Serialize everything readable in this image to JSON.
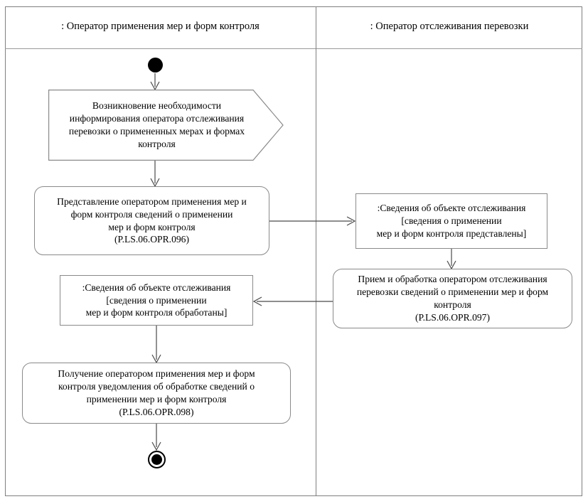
{
  "diagram": {
    "kind": "uml-activity-diagram",
    "lanes": [
      {
        "id": "lane-left",
        "title": ": Оператор применения мер и форм контроля"
      },
      {
        "id": "lane-right",
        "title": ": Оператор отслеживания перевозки"
      }
    ],
    "nodes": {
      "start": {
        "type": "initial-node",
        "label": ""
      },
      "signal_need": {
        "type": "accept-signal",
        "lines": [
          "Возникновение необходимости",
          "информирования оператора отслеживания",
          "перевозки о примененных мерах и формах",
          "контроля"
        ]
      },
      "activity_096": {
        "type": "activity",
        "lines": [
          "Представление оператором применения мер и",
          "форм контроля сведений о применении",
          "мер и форм контроля",
          "(P.LS.06.OPR.096)"
        ],
        "code": "P.LS.06.OPR.096"
      },
      "object_submitted": {
        "type": "object-node",
        "lines": [
          ":Сведения об объекте отслеживания",
          "[сведения о применении",
          "мер и форм контроля представлены]"
        ],
        "state": "сведения о применении мер и форм контроля представлены"
      },
      "activity_097": {
        "type": "activity",
        "lines": [
          "Прием и обработка оператором отслеживания",
          "перевозки сведений о применении мер и форм",
          "контроля",
          "(P.LS.06.OPR.097)"
        ],
        "code": "P.LS.06.OPR.097"
      },
      "object_processed": {
        "type": "object-node",
        "lines": [
          ":Сведения об объекте отслеживания",
          "[сведения о применении",
          "мер и форм контроля обработаны]"
        ],
        "state": "сведения о применении мер и форм контроля обработаны"
      },
      "activity_098": {
        "type": "activity",
        "lines": [
          "Получение оператором применения мер и форм",
          "контроля уведомления об обработке сведений о",
          "применении мер и форм контроля",
          "(P.LS.06.OPR.098)"
        ],
        "code": "P.LS.06.OPR.098"
      },
      "end": {
        "type": "final-node",
        "label": ""
      }
    },
    "colors": {
      "stroke": "#8a8a8a",
      "edge": "#4a4a4a",
      "frame": "#7f7f7f",
      "fill": "#ffffff",
      "control_node": "#000000"
    }
  }
}
